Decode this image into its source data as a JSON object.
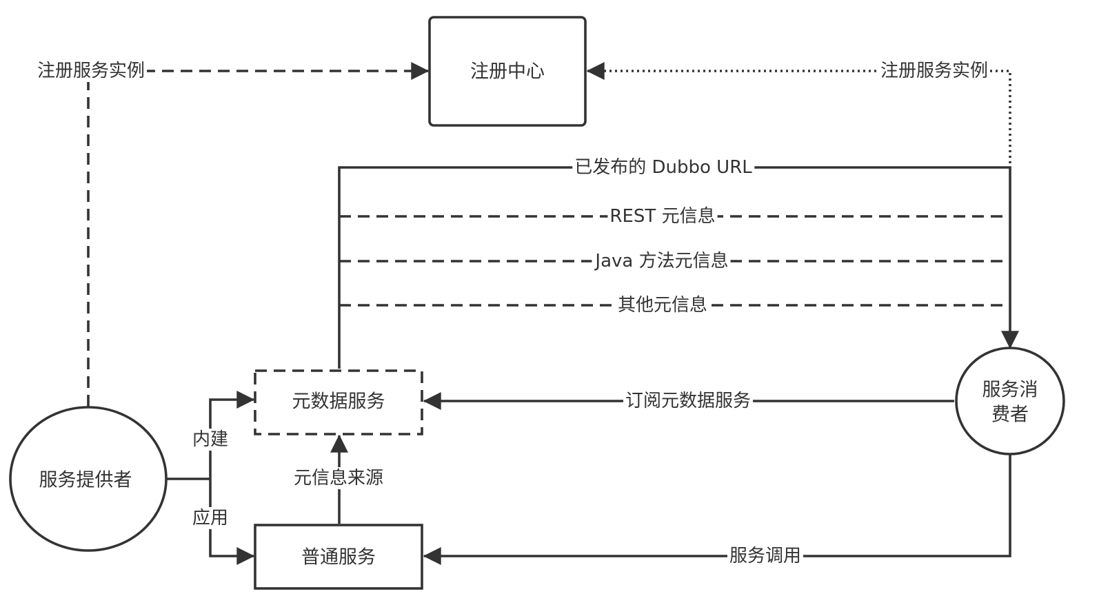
{
  "nodes": {
    "registry": "注册中心",
    "metadata_service": "元数据服务",
    "normal_service": "普通服务",
    "provider": "服务提供者",
    "consumer_line1": "服务消",
    "consumer_line2": "费者"
  },
  "edges": {
    "provider_register": "注册服务实例",
    "consumer_register": "注册服务实例",
    "published_dubbo_url": "已发布的 Dubbo URL",
    "rest_metadata": "REST 元信息",
    "java_method_metadata": "Java 方法元信息",
    "other_metadata": "其他元信息",
    "subscribe_metadata": "订阅元数据服务",
    "service_invocation": "服务调用",
    "metadata_source": "元信息来源",
    "builtin": "内建",
    "application": "应用"
  },
  "colors": {
    "stroke": "#333333",
    "text": "#333333",
    "background": "#ffffff"
  }
}
